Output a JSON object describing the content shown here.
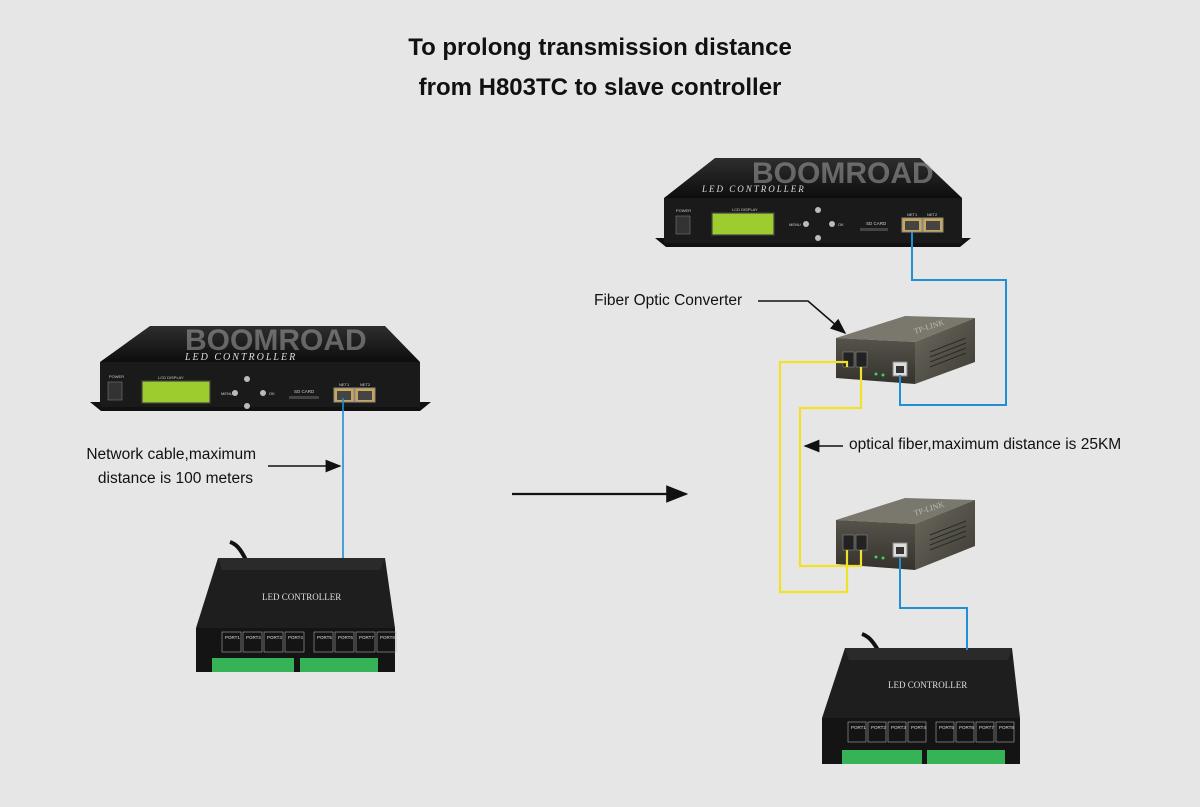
{
  "title": {
    "line1": "To prolong transmission distance",
    "line2": "from H803TC to slave controller"
  },
  "watermark": "BOOMROAD",
  "master_controller": {
    "brand": "LED CONTROLLER",
    "power": "POWER",
    "lcd": "LCD DISPLAY",
    "menu": "MENU",
    "ok": "OK",
    "sd": "SD CARD",
    "net1": "NET1",
    "net2": "NET2"
  },
  "slave_controller": {
    "label": "LED CONTROLLER",
    "ports": [
      "PORT1",
      "PORT2",
      "PORT3",
      "PORT4",
      "PORT5",
      "PORT6",
      "PORT7",
      "PORT8"
    ]
  },
  "converter": {
    "brand": "TP-LINK"
  },
  "labels": {
    "network_cable_1": "Network cable,maximum",
    "network_cable_2": "distance is 100 meters",
    "fiber_converter": "Fiber Optic Converter",
    "optical_fiber": "optical fiber,maximum distance is 25KM"
  },
  "colors": {
    "background": "#e6e6e6",
    "network_cable": "#1f8fd6",
    "optical_fiber": "#f2e12a",
    "device_body": "#1b1b1b",
    "lcd": "#9ccc2e",
    "terminal": "#36b357"
  }
}
